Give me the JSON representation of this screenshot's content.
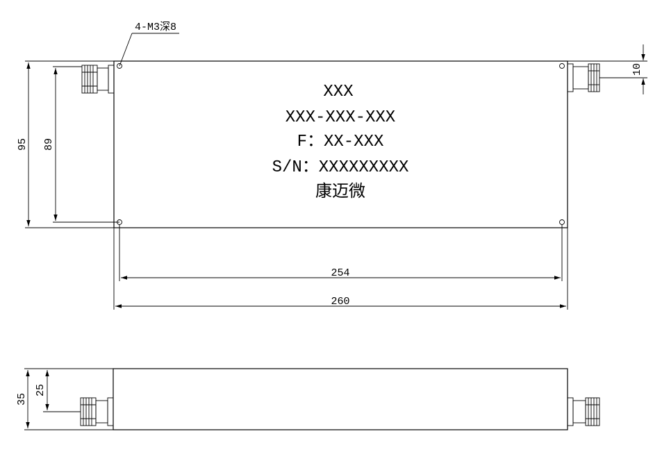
{
  "panel_text": {
    "line1": "XXX",
    "line2": "XXX-XXX-XXX",
    "line3": "F：XX-XXX",
    "line4": "S/N：XXXXXXXXX",
    "line5": "康迈微"
  },
  "hole_callout": "4-M3深8",
  "dimensions": {
    "overall_height": "95",
    "hole_spacing_height": "89",
    "connector_offset": "10",
    "hole_spacing_length": "254",
    "overall_length": "260",
    "side_height": "35",
    "side_connector_height": "25"
  }
}
